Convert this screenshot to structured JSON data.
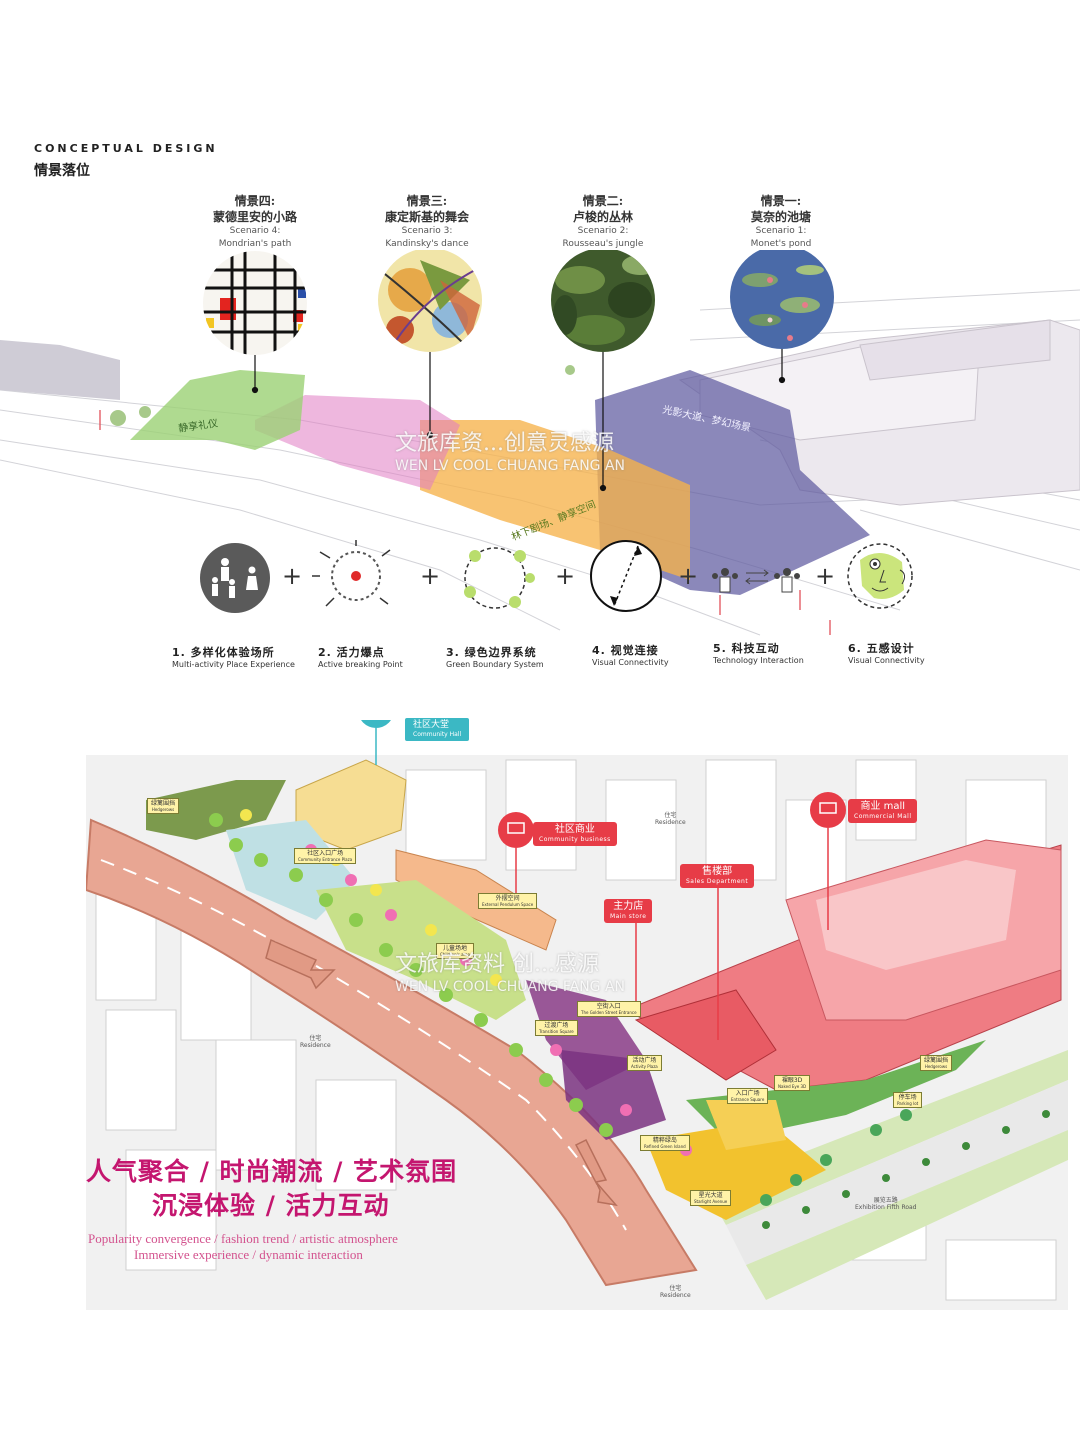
{
  "header": {
    "title_en": "CONCEPTUAL DESIGN",
    "title_cn": "情景落位"
  },
  "scenarios": [
    {
      "cn1": "情景四:",
      "cn2": "蒙德里安的小路",
      "en1": "Scenario 4:",
      "en2": "Mondrian's path"
    },
    {
      "cn1": "情景三:",
      "cn2": "康定斯基的舞会",
      "en1": "Scenario 3:",
      "en2": "Kandinsky's dance"
    },
    {
      "cn1": "情景二:",
      "cn2": "卢梭的丛林",
      "en1": "Scenario 2:",
      "en2": "Rousseau's jungle"
    },
    {
      "cn1": "情景一:",
      "cn2": "莫奈的池塘",
      "en1": "Scenario 1:",
      "en2": "Monet's pond"
    }
  ],
  "zone_labels": {
    "green": "静享礼仪",
    "purple": "光影大道、梦幻场景",
    "orange": "林下剧场、静享空间"
  },
  "features": [
    {
      "cn": "1. 多样化体验场所",
      "en": "Multi-activity Place Experience",
      "icon": "people-activity-icon"
    },
    {
      "cn": "2. 活力爆点",
      "en": "Active breaking Point",
      "icon": "burst-point-icon"
    },
    {
      "cn": "3. 绿色边界系统",
      "en": "Green Boundary System",
      "icon": "green-boundary-icon"
    },
    {
      "cn": "4. 视觉连接",
      "en": "Visual Connectivity",
      "icon": "visual-link-icon"
    },
    {
      "cn": "5. 科技互动",
      "en": "Technology Interaction",
      "icon": "tech-interaction-icon"
    },
    {
      "cn": "6. 五感设计",
      "en": "Visual Connectivity",
      "icon": "five-senses-icon"
    }
  ],
  "plus_sign": "+",
  "watermark": {
    "cn_top": "文旅库资...创意灵感源",
    "en_top": "WEN LV COOL CHUANG FANG AN",
    "cn_bottom": "文旅库资料 创...感源",
    "en_bottom": "WEN LV COOL CHUANG FANG AN"
  },
  "plan": {
    "pins": [
      {
        "cn": "社区大堂",
        "en": "Community Hall",
        "color": "#3bb8c4"
      },
      {
        "cn": "社区商业",
        "en": "Community business",
        "color": "#e73c47"
      },
      {
        "cn": "商业 mall",
        "en": "Commercial Mall",
        "color": "#e73c47"
      },
      {
        "cn": "售楼部",
        "en": "Sales Department",
        "color": "#e73c47"
      },
      {
        "cn": "主力店",
        "en": "Main store",
        "color": "#e73c47"
      }
    ],
    "labels": [
      {
        "cn": "绿篱围挡",
        "en": "Hedgerows"
      },
      {
        "cn": "社区入口广场",
        "en": "Community Entrance Plaza"
      },
      {
        "cn": "外摆空间",
        "en": "External Pendulum Space"
      },
      {
        "cn": "儿童场地",
        "en": "Children's area"
      },
      {
        "cn": "空街入口",
        "en": "The Golden Street Entrance"
      },
      {
        "cn": "过渡广场",
        "en": "Transition Square"
      },
      {
        "cn": "活动广场",
        "en": "Activity Plaza"
      },
      {
        "cn": "裸眼3D",
        "en": "Naked Eye 3D"
      },
      {
        "cn": "绿篱围挡",
        "en": "Hedgerows"
      },
      {
        "cn": "入口广场",
        "en": "Entrance Square"
      },
      {
        "cn": "停车场",
        "en": "Parking lot"
      },
      {
        "cn": "精粹绿岛",
        "en": "Refined Green Island"
      },
      {
        "cn": "星光大道",
        "en": "Starlight Avenue"
      }
    ],
    "gray_labels": [
      {
        "cn": "住宅",
        "en": "Residence"
      },
      {
        "cn": "住宅",
        "en": "Residence"
      },
      {
        "cn": "住宅",
        "en": "Residence"
      },
      {
        "cn": "展览五路",
        "en": "Exhibition Fifth Road"
      }
    ]
  },
  "slogan": {
    "line1": "人气聚合 / 时尚潮流 / 艺术氛围",
    "line2": "沉浸体验 / 活力互动",
    "en_line1": "Popularity convergence / fashion trend / artistic atmosphere",
    "en_line2": "Immersive experience / dynamic interaction"
  }
}
